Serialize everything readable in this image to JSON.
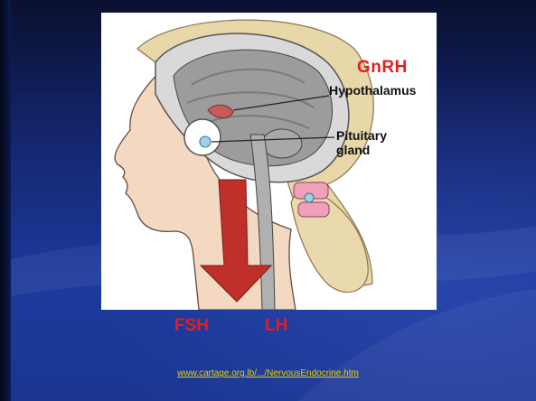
{
  "labels": {
    "gnrh": "GnRH",
    "hypothalamus": "Hypothalamus",
    "pituitary": "Pituitary gland",
    "hormones": [
      "FSH",
      "LH"
    ]
  },
  "source_link": "www.cartage.org.lb/.../NervousEndocrine.htm",
  "colors": {
    "background": "#1a3690",
    "hormone_text": "#e0201c",
    "link": "#e8d000",
    "arrow": "#c0302a"
  }
}
